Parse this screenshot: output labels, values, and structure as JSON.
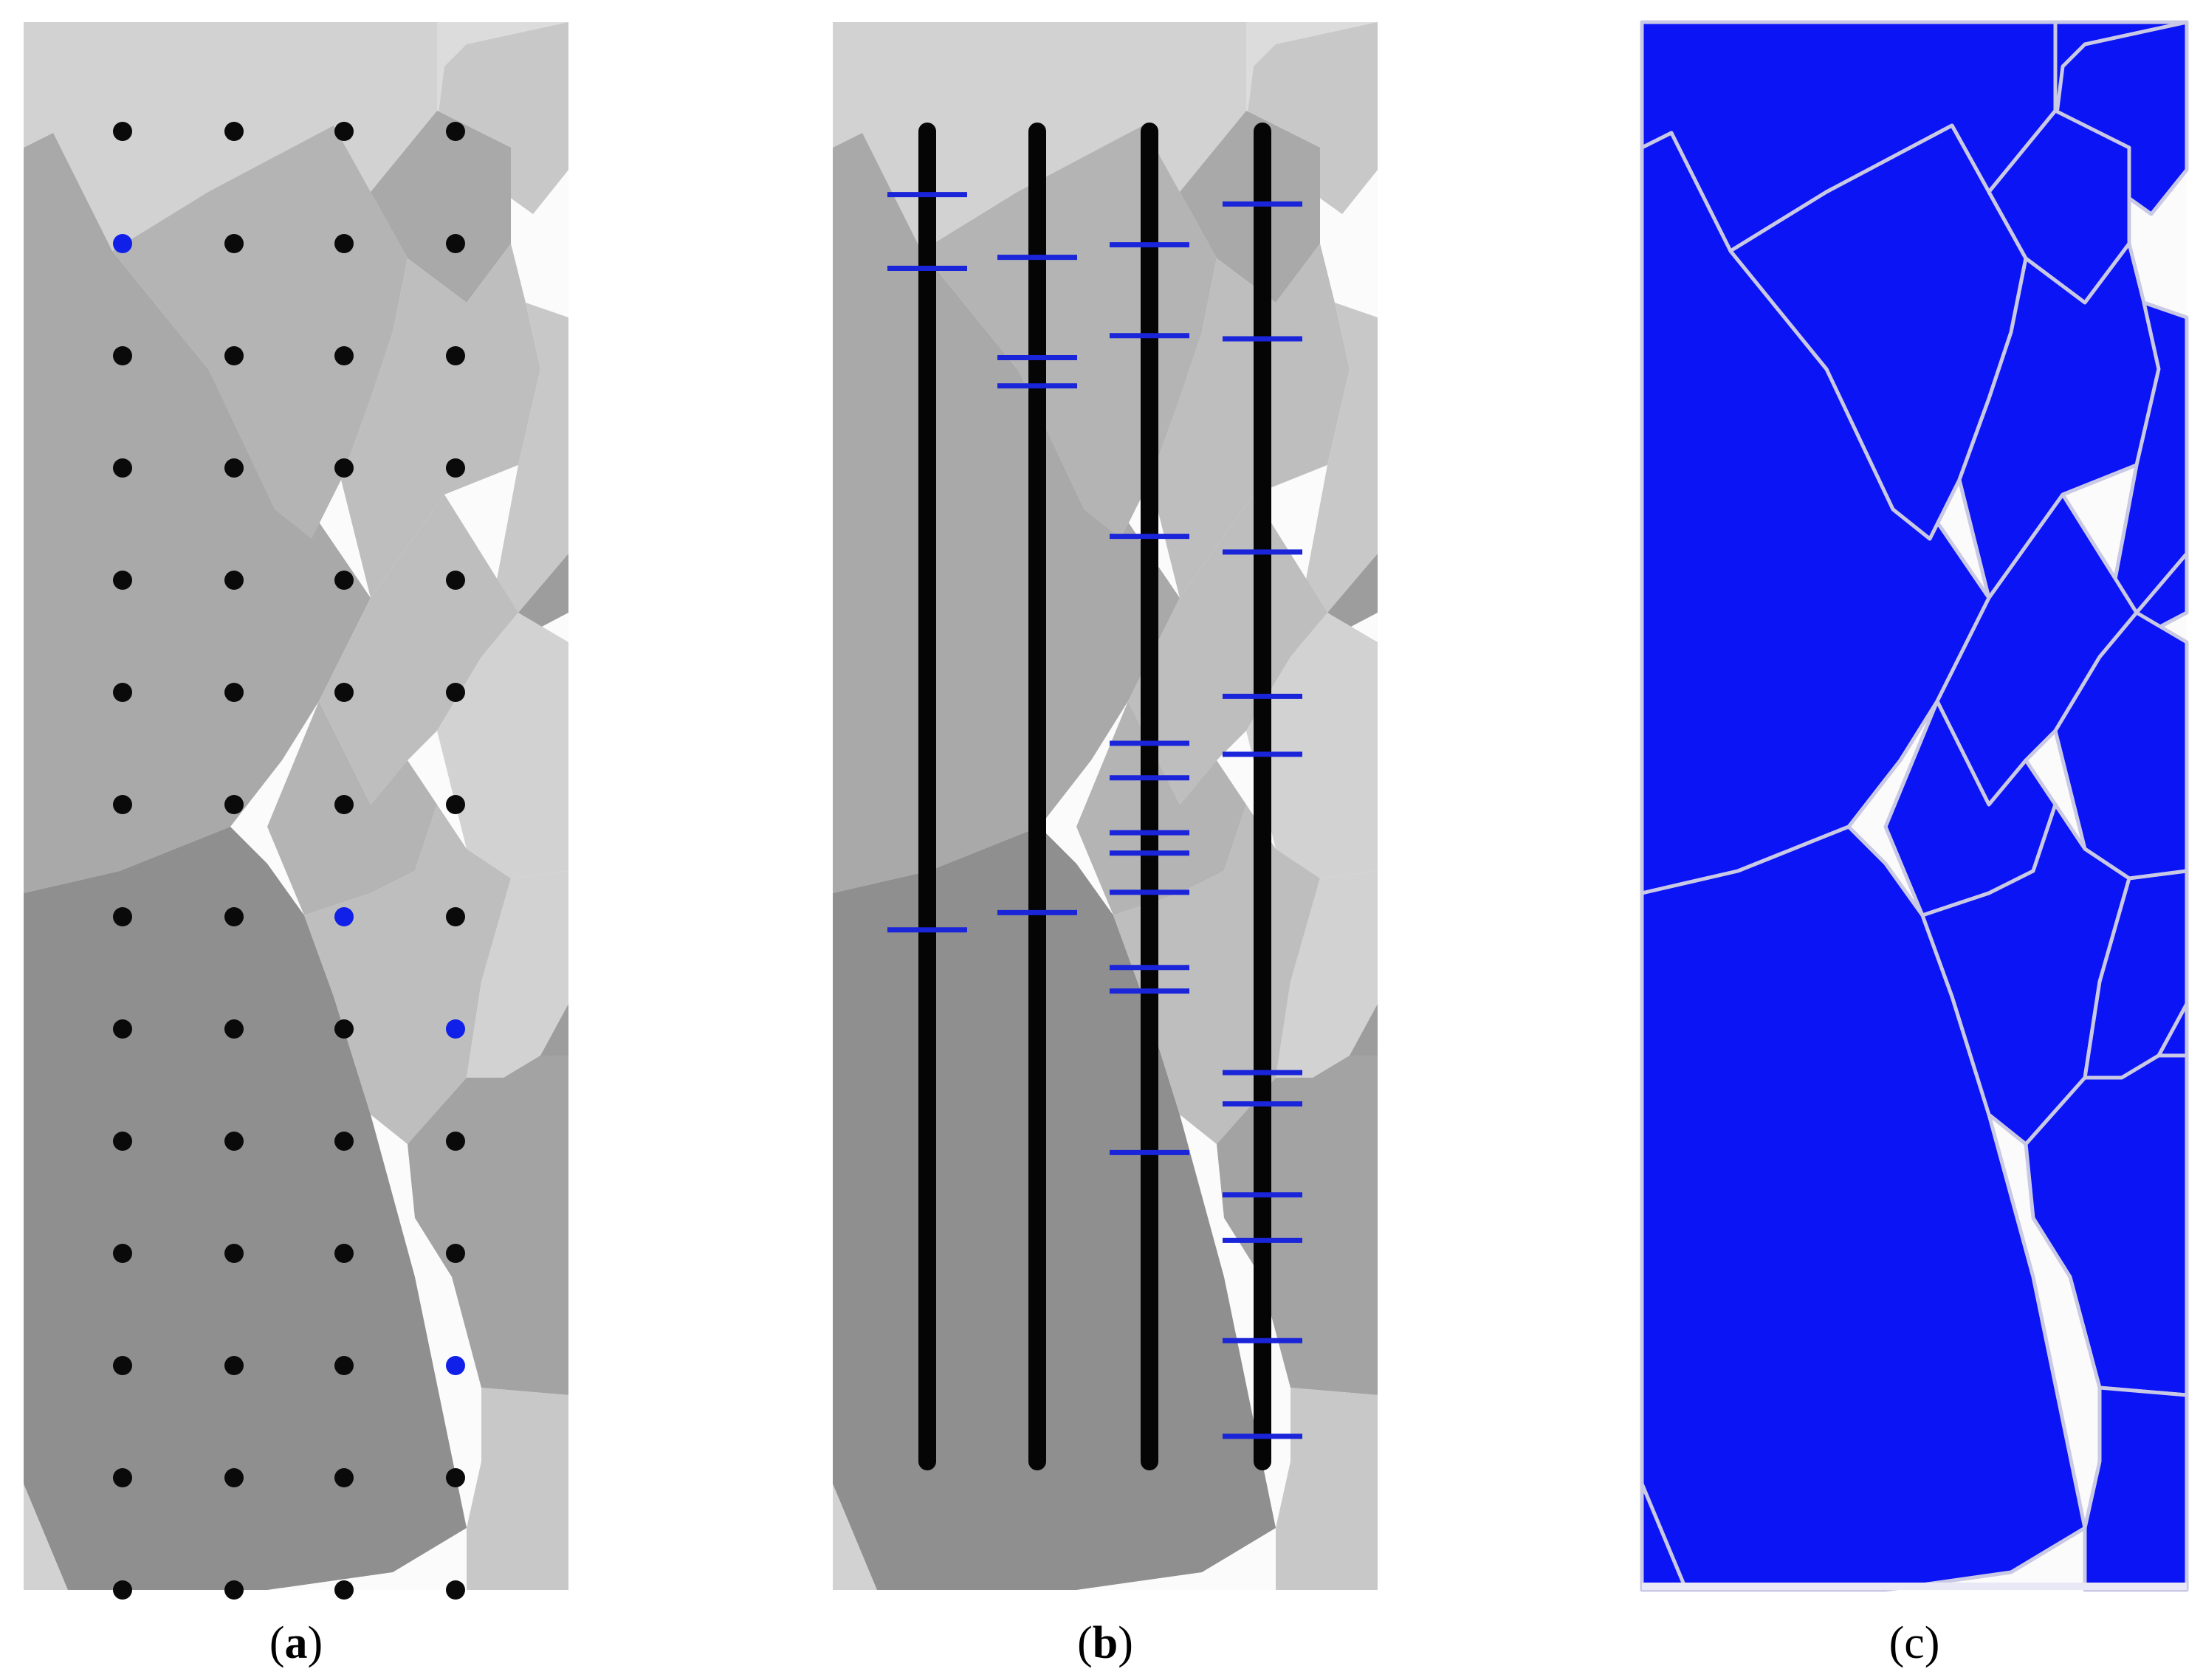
{
  "figure": {
    "panels": [
      {
        "id": "a",
        "caption_open": "(",
        "caption_letter": "a",
        "caption_close": ")",
        "letter_bold": true
      },
      {
        "id": "b",
        "caption_open": "(",
        "caption_letter": "b",
        "caption_close": ")",
        "letter_bold": true
      },
      {
        "id": "c",
        "caption_open": "(",
        "caption_letter": "c",
        "caption_close": ")",
        "letter_bold": false
      }
    ]
  },
  "colors": {
    "background": "#ffffff",
    "grain_gap": "#fbfbfb",
    "grain_shades": [
      "#c8c8c8",
      "#a9a9a9",
      "#9d9d9d",
      "#b4b4b4",
      "#d2d2d2",
      "#8f8f8f",
      "#bebebe",
      "#dcdcdc",
      "#a3a3a3"
    ],
    "grid_point": "#0a0a0a",
    "highlight_point": "#1020e8",
    "test_line": "#050505",
    "intercept_mark": "#1a24d9",
    "phase_blue": "#0a14f5",
    "boundary_line": "#c9c9e6"
  },
  "point_grid": {
    "rows": 14,
    "cols": 4,
    "highlighted": [
      [
        1,
        0
      ],
      [
        7,
        2
      ],
      [
        8,
        3
      ],
      [
        11,
        3
      ]
    ]
  },
  "test_lines": {
    "count": 4,
    "intercepts": [
      [
        0.11,
        0.157,
        0.579
      ],
      [
        0.15,
        0.214,
        0.232,
        0.568
      ],
      [
        0.142,
        0.2,
        0.328,
        0.46,
        0.482,
        0.517,
        0.53,
        0.555,
        0.603,
        0.618,
        0.721
      ],
      [
        0.116,
        0.202,
        0.338,
        0.43,
        0.467,
        0.67,
        0.69,
        0.748,
        0.777,
        0.841,
        0.902
      ]
    ]
  }
}
